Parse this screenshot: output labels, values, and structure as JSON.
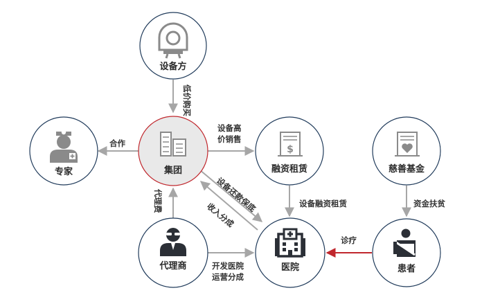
{
  "colors": {
    "node_fill": "#ffffff",
    "node_stroke": "#1f3a5a",
    "hub_fill": "#e9e9e9",
    "hub_stroke": "#c0272d",
    "arrow": "#a6a6a6",
    "arrow_red": "#c0272d",
    "icon_dark": "#2b2f36",
    "icon_gray": "#8a8a8a"
  },
  "nodes": {
    "equipment": {
      "label": "设备方",
      "icon": "mri-scanner-icon"
    },
    "group": {
      "label": "集团",
      "icon": "office-buildings-icon"
    },
    "expert": {
      "label": "专家",
      "icon": "doctor-icon"
    },
    "leasing": {
      "label": "融资租赁",
      "icon": "financial-document-icon"
    },
    "charity": {
      "label": "慈善基金",
      "icon": "charity-document-icon"
    },
    "agent": {
      "label": "代理商",
      "icon": "agent-sunglasses-icon"
    },
    "hospital": {
      "label": "医院",
      "icon": "hospital-icon"
    },
    "patient": {
      "label": "患者",
      "icon": "patient-icon"
    }
  },
  "edges": {
    "equipment_group": "低价购买",
    "group_expert": "合作",
    "group_leasing_line1": "设备高",
    "group_leasing_line2": "价销售",
    "group_hospital": "设备还款保底",
    "hospital_group": "收入分成",
    "agent_group": "代理费",
    "leasing_hospital": "设备融资租赁",
    "charity_patient": "资金扶贫",
    "patient_hospital": "诊疗",
    "agent_hospital_line1": "开发医院",
    "agent_hospital_line2": "运营分成"
  }
}
